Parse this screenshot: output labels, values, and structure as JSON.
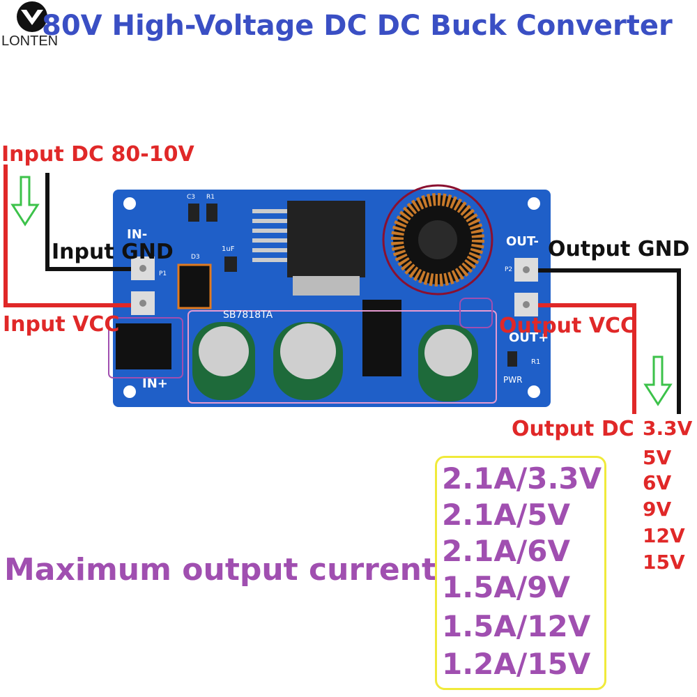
{
  "title": "80V High-Voltage DC DC Buck Converter",
  "logo": {
    "text": "LONTEN"
  },
  "labels": {
    "input_dc": "Input DC 80-10V",
    "input_gnd": "Input GND",
    "input_vcc": "Input VCC",
    "output_gnd": "Output GND",
    "output_vcc": "Output VCC",
    "output_dc": "Output DC"
  },
  "board": {
    "in_minus": "IN-",
    "in_plus": "IN+",
    "out_minus": "OUT-",
    "out_plus": "OUT+",
    "pwr": "PWR",
    "chip_marking": "SB7818TA",
    "c3": "C3",
    "r1": "R1",
    "d3": "D3",
    "uf": "1uF",
    "p1": "P1",
    "p2": "P2",
    "r1b": "R1"
  },
  "output_voltages": [
    "3.3V",
    "5V",
    "6V",
    "9V",
    "12V",
    "15V"
  ],
  "max_current_label": "Maximum output current",
  "max_currents": [
    "2.1A/3.3V",
    "2.1A/5V",
    "2.1A/6V",
    "1.5A/9V",
    "1.5A/12V",
    "1.2A/15V"
  ],
  "colors": {
    "title": "#3a4fc4",
    "red": "#e02828",
    "purple": "#a04fb0",
    "board": "#1f5fc8",
    "arrow": "#3cc24a",
    "box": "#f0ea3a"
  }
}
